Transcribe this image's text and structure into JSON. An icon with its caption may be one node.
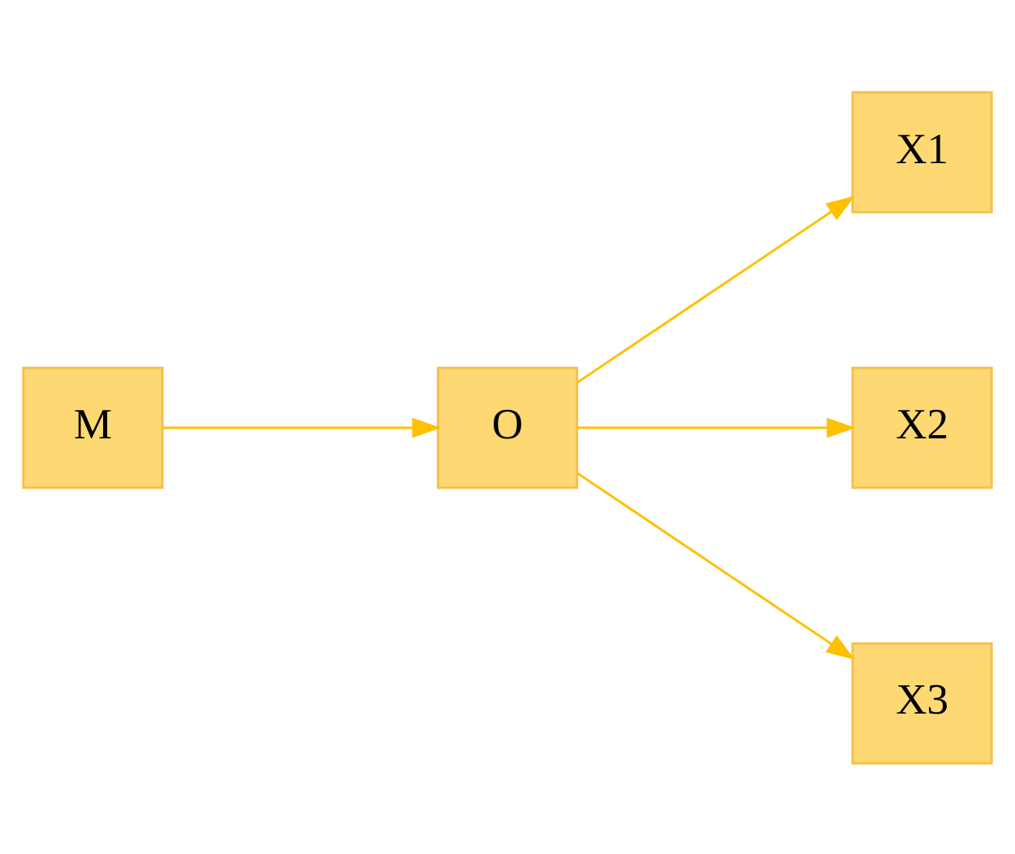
{
  "diagram": {
    "nodes": [
      {
        "text": [
          "M"
        ]
      },
      {
        "text": [
          "O"
        ]
      },
      {
        "text": [
          "X1"
        ]
      },
      {
        "text": [
          "X2"
        ]
      },
      {
        "text": [
          "X3"
        ]
      }
    ],
    "edges": [
      {
        "from": 0,
        "to": 1,
        "arrow": "to"
      },
      {
        "from": 1,
        "to": 2,
        "arrow": "to"
      },
      {
        "from": 1,
        "to": 3,
        "arrow": "to"
      },
      {
        "from": 1,
        "to": 4,
        "arrow": "to"
      }
    ]
  }
}
